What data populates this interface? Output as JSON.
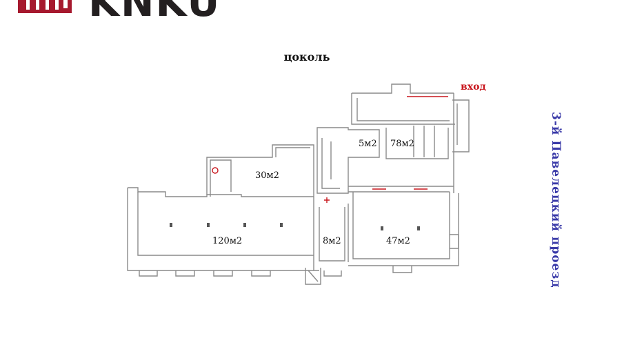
{
  "brand": {
    "name": "KNKU",
    "color": "#a6192e"
  },
  "plan": {
    "title": "цоколь",
    "entrance": "вход",
    "street": "3-й Павелецкий проезд",
    "rooms": {
      "r120": "120м2",
      "r30": "30м2",
      "r8": "8м2",
      "r47": "47м2",
      "r5": "5м2",
      "r78": "78м2"
    }
  },
  "colors": {
    "wall": "#8a8a8a",
    "entrance_text": "#c8161d",
    "street_text": "#3a3aa8",
    "title_text": "#111111"
  }
}
